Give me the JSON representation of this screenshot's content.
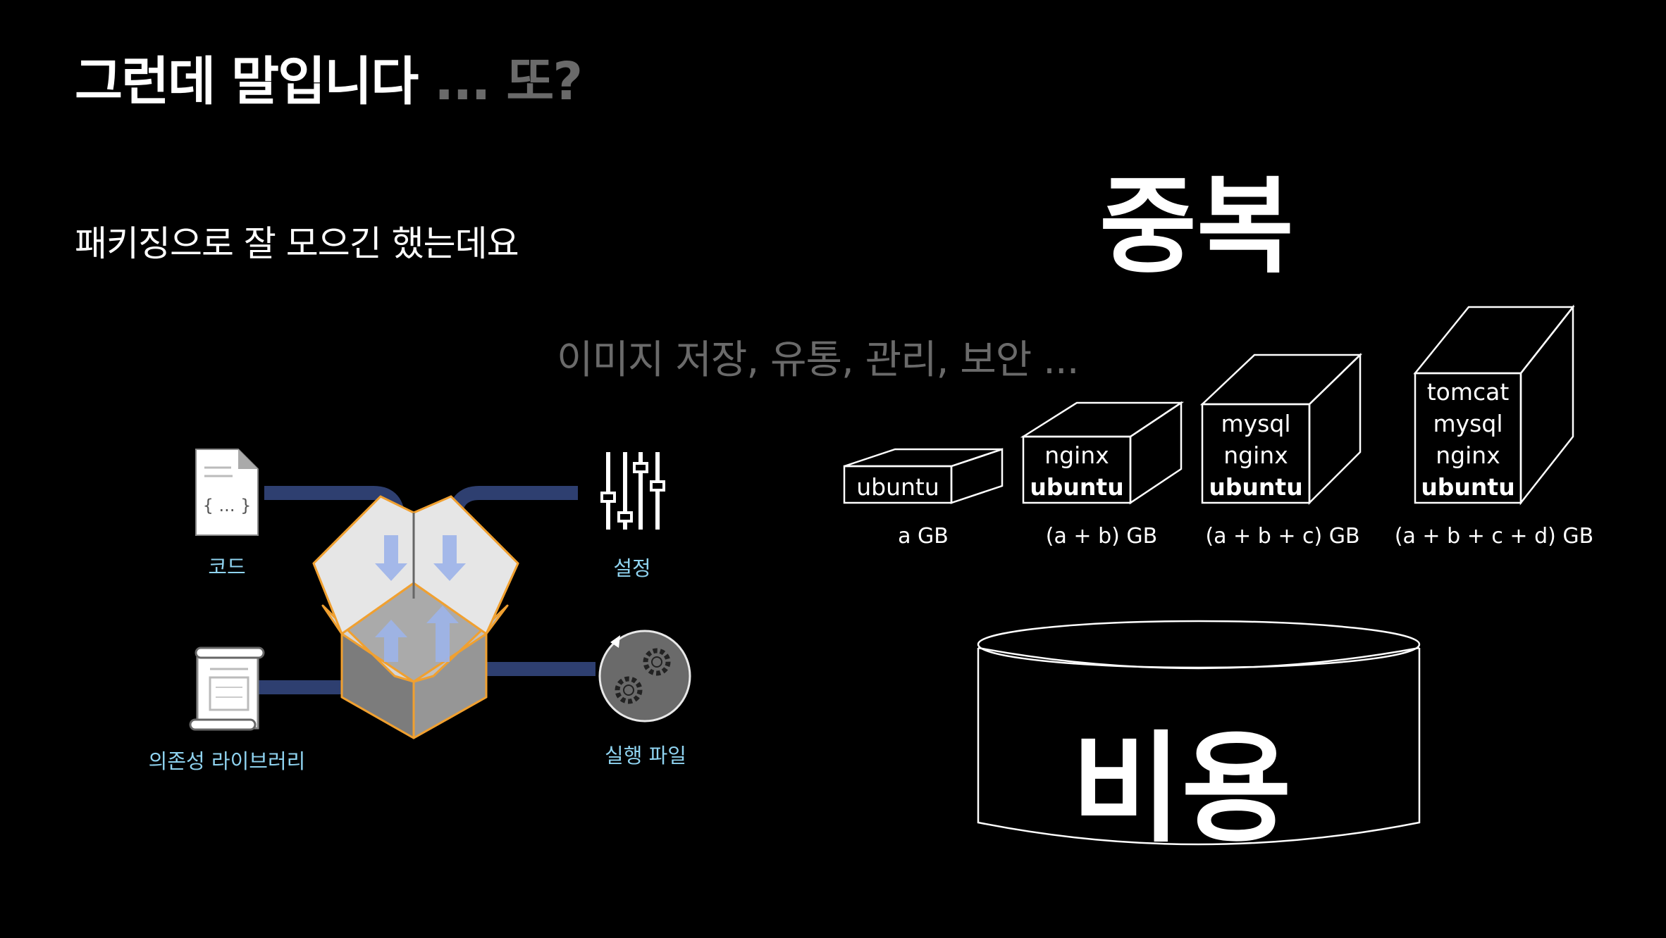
{
  "header": {
    "title": "그런데 말입니다",
    "title_suffix": " ... 또?"
  },
  "subtitle": "패키징으로 잘 모으긴 했는데요",
  "left_diagram": {
    "code_label": "코드",
    "code_glyph": "{ ... }",
    "library_label": "의존성 라이브러리",
    "settings_label": "설정",
    "executable_label": "실행 파일"
  },
  "right_panel": {
    "headline": "중복",
    "concerns": "이미지 저장, 유통, 관리, 보안 ...",
    "cost_label": "비용",
    "stacks": [
      {
        "layers": [
          "ubuntu"
        ],
        "size": "a GB"
      },
      {
        "layers": [
          "nginx",
          "ubuntu"
        ],
        "size": "(a + b) GB"
      },
      {
        "layers": [
          "mysql",
          "nginx",
          "ubuntu"
        ],
        "size": "(a + b + c) GB"
      },
      {
        "layers": [
          "tomcat",
          "mysql",
          "nginx",
          "ubuntu"
        ],
        "size": "(a + b + c + d) GB"
      }
    ]
  },
  "colors": {
    "background": "#000000",
    "dim_text": "#6a6a6a",
    "label_blue": "#8fd3f0",
    "pipe": "#2e3f70",
    "box_edge": "#f0a030"
  }
}
